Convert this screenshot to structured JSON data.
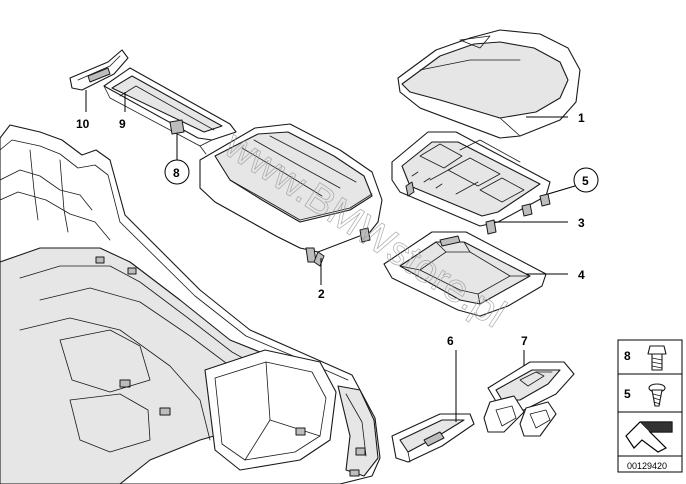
{
  "callouts": {
    "c1": "1",
    "c2": "2",
    "c3": "3",
    "c4": "4",
    "c5": "5",
    "c6": "6",
    "c7": "7",
    "c8": "8",
    "c9": "9",
    "c10": "10"
  },
  "legend": {
    "bolt_label": "8",
    "screw_label": "5"
  },
  "watermark": "www.BMWstore.pl",
  "diagram_id": "00129420",
  "icons": [
    "console-housing",
    "armrest-cover",
    "armrest-base",
    "armrest-carrier",
    "storage-tray",
    "ashtray-insert",
    "cup-holder",
    "side-tray",
    "tray-clip",
    "bolt-icon",
    "screw-icon",
    "direction-arrow-icon"
  ]
}
